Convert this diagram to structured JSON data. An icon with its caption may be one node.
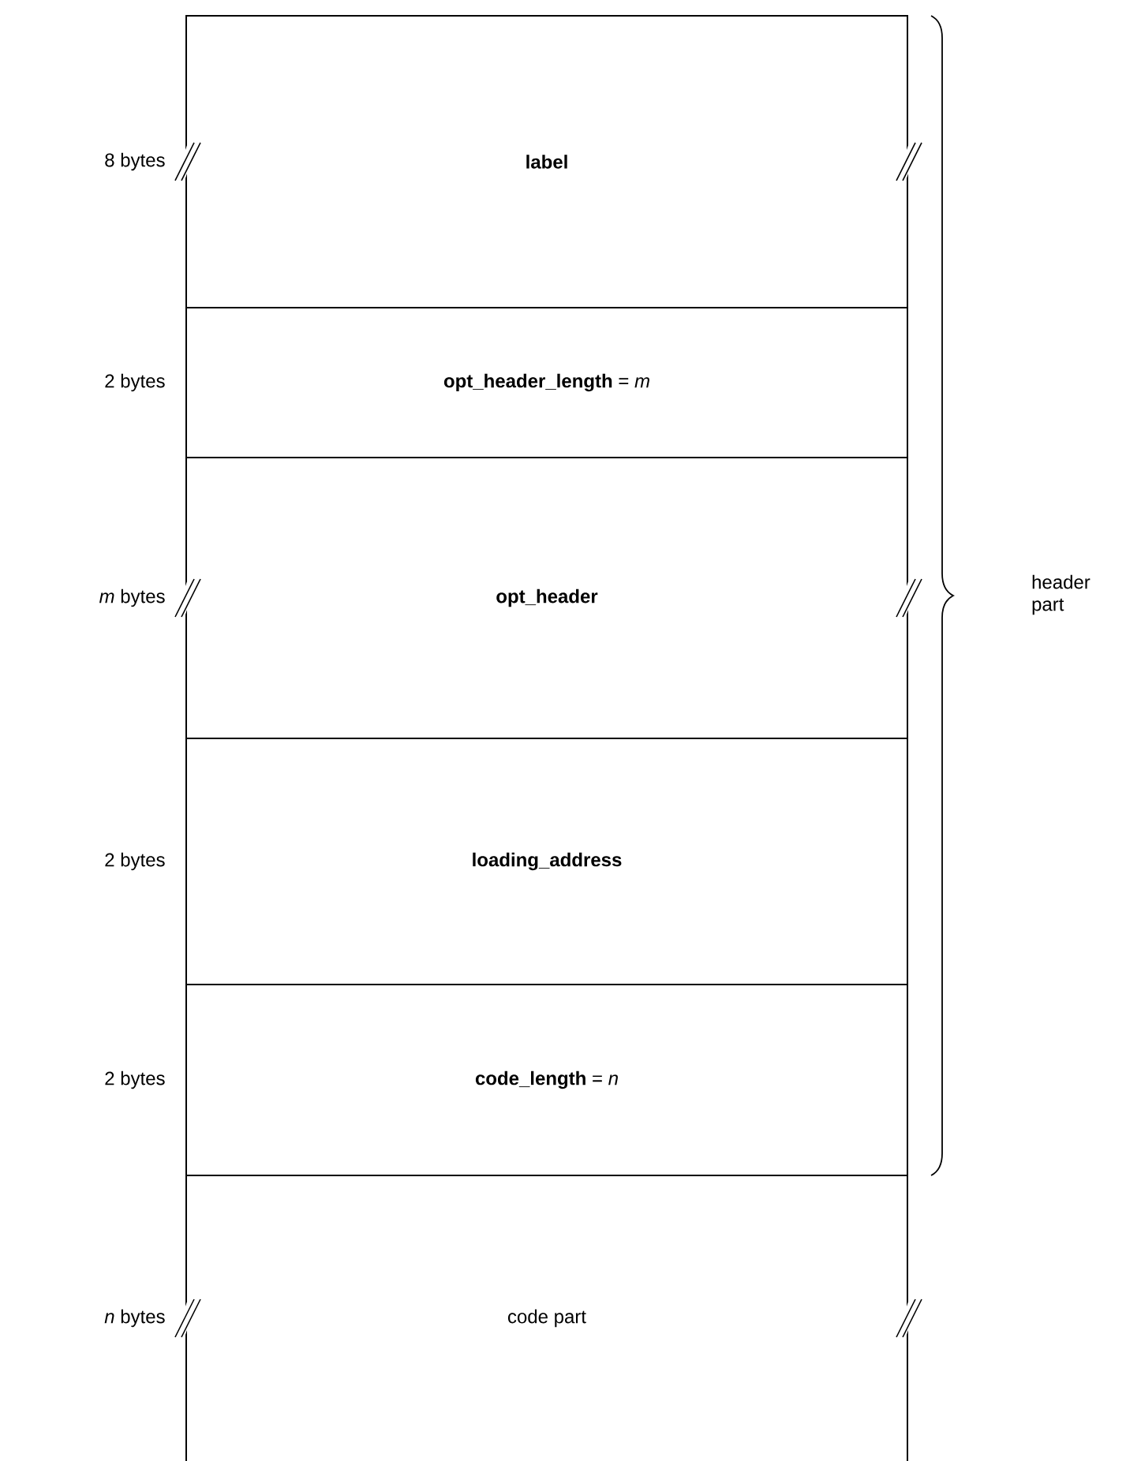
{
  "diagram": {
    "nodes": [
      {
        "text": [
          "label"
        ],
        "beside": [
          "8 bytes"
        ]
      },
      {
        "text": [
          "**opt_header_length** = *m*"
        ],
        "beside": [
          "2 bytes"
        ]
      },
      {
        "text": [
          "opt_header"
        ],
        "beside": [
          "*m* bytes"
        ]
      },
      {
        "text": [
          "loading_address"
        ],
        "beside": [
          "2 bytes"
        ]
      },
      {
        "text": [
          "**code_length** = *n*"
        ],
        "beside": [
          "2 bytes"
        ]
      },
      {
        "text": [
          "code part"
        ],
        "beside": [
          "*n* bytes"
        ]
      }
    ],
    "labels": [
      "header part"
    ]
  }
}
